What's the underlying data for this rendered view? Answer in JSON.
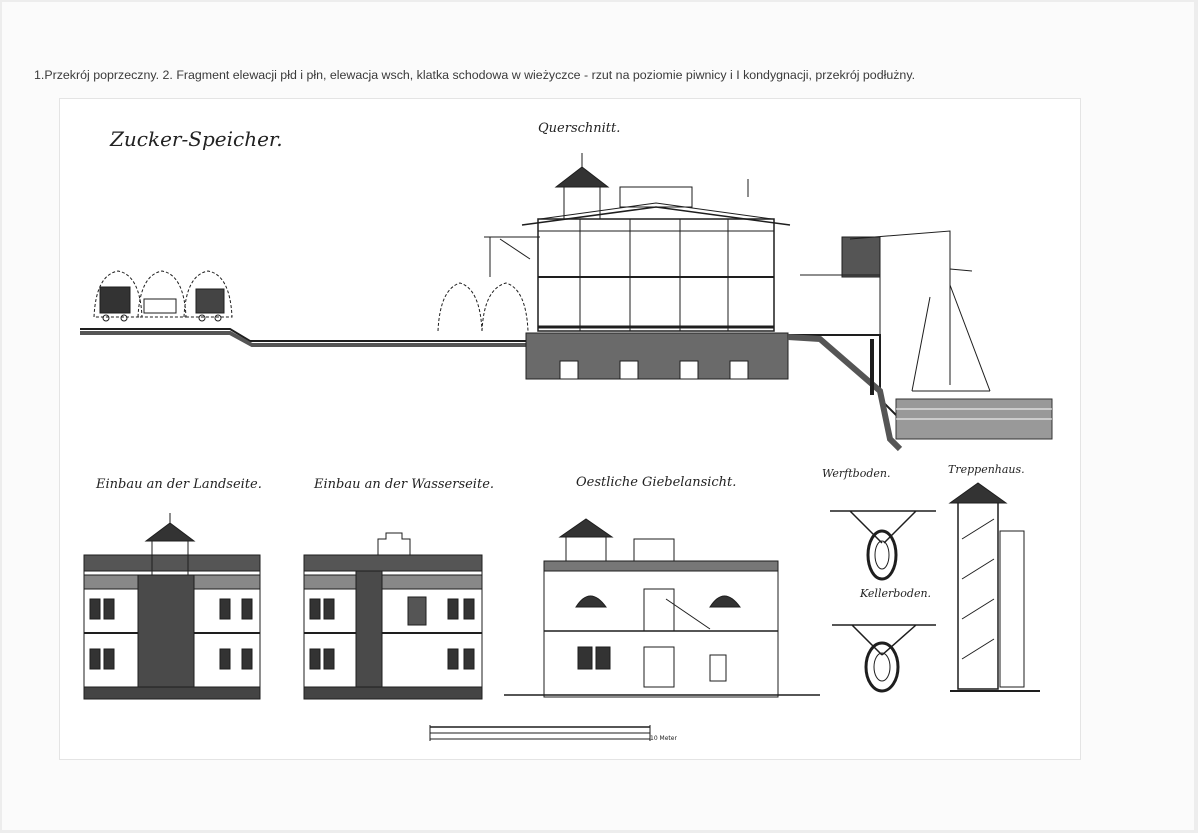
{
  "caption": "1.Przekrój poprzeczny. 2. Fragment elewacji płd i płn, elewacja wsch, klatka schodowa w wieżyczce - rzut na poziomie piwnicy i I kondygnacji, przekrój podłużny.",
  "plate": {
    "title": "Zucker-Speicher.",
    "cross_section_label": "Querschnitt.",
    "land_side_label": "Einbau an der Landseite.",
    "water_side_label": "Einbau an der Wasserseite.",
    "east_gable_label": "Oestliche Giebelansicht.",
    "werft_label": "Werftboden.",
    "stair_label": "Treppenhaus.",
    "cellar_label": "Kellerboden.",
    "scale_label": "10 Meter"
  },
  "colors": {
    "ink": "#1e1e1e",
    "paper": "#ffffff",
    "background": "#ededed"
  }
}
